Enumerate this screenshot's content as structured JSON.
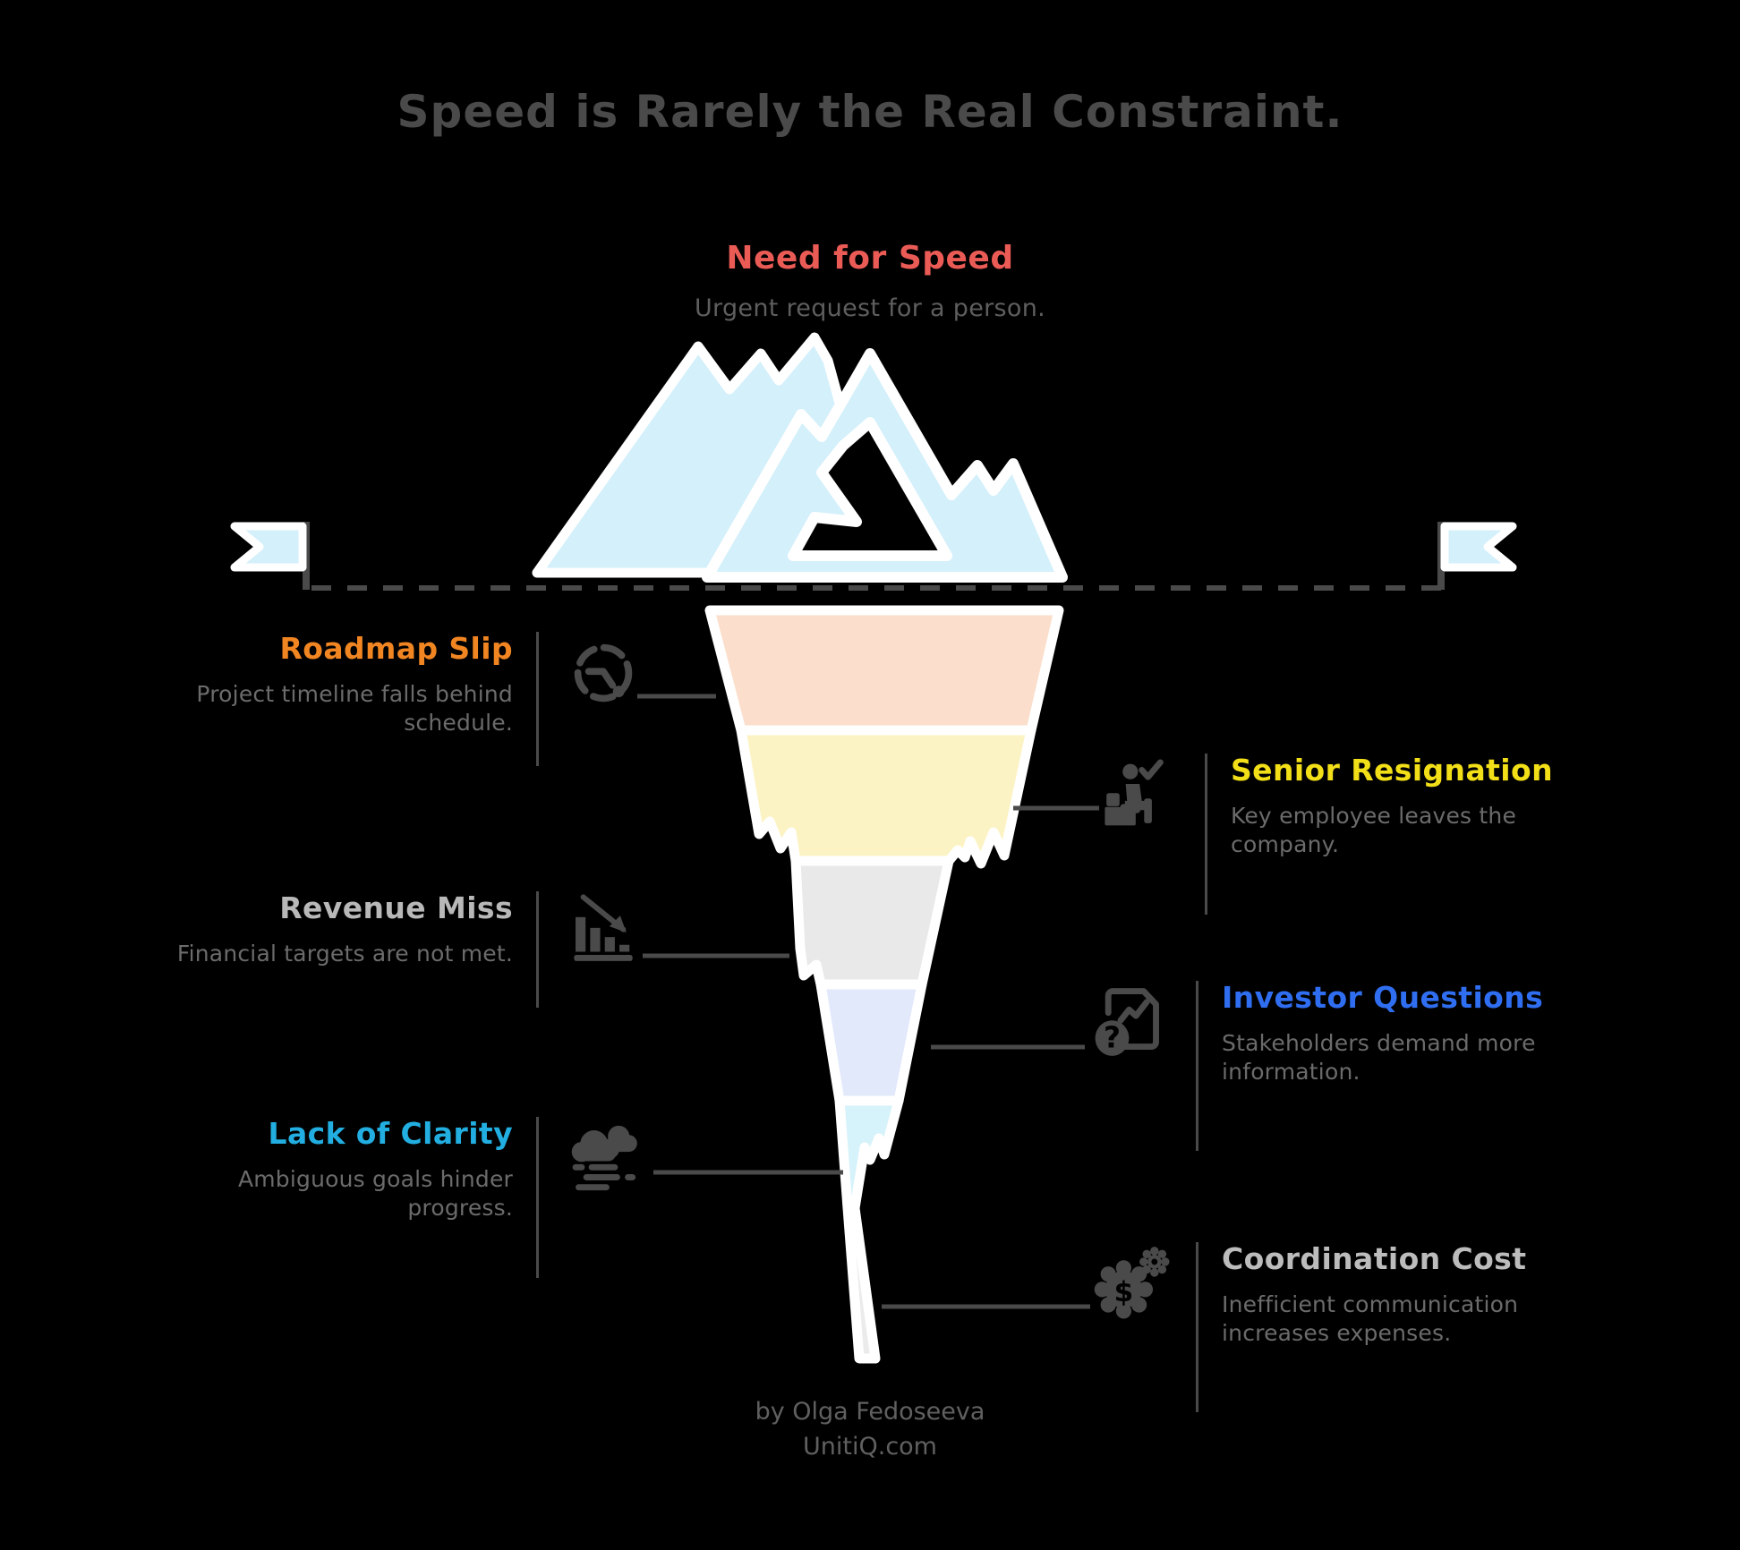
{
  "title": "Speed is Rarely the Real Constraint.",
  "tip": {
    "title": "Need for Speed",
    "subtitle": "Urgent request for a person.",
    "color": "#eb5b56",
    "icon": "mountain-iceberg-tip-icon"
  },
  "waterline": {
    "left_flag_icon": "flag-left-icon",
    "right_flag_icon": "flag-right-icon",
    "flag_color": "#d4f0fb",
    "dash_color": "#4a4a4a"
  },
  "items": [
    {
      "id": "roadmap-slip",
      "side": "left",
      "title": "Roadmap Slip",
      "description": "Project timeline falls behind schedule.",
      "color": "#f08522",
      "icon": "clock-dashed-icon",
      "segment_color": "#fbdecb"
    },
    {
      "id": "senior-resignation",
      "side": "right",
      "title": "Senior Resignation",
      "description": "Key employee leaves the company.",
      "color": "#f2df18",
      "icon": "person-sitting-check-icon",
      "segment_color": "#fcf3c4"
    },
    {
      "id": "revenue-miss",
      "side": "left",
      "title": "Revenue Miss",
      "description": "Financial targets are not met.",
      "color": "#b8b8b8",
      "icon": "declining-bar-chart-icon",
      "segment_color": "#e9e9e9"
    },
    {
      "id": "investor-questions",
      "side": "right",
      "title": "Investor Questions",
      "description": "Stakeholders demand more information.",
      "color": "#2f6ef0",
      "icon": "document-question-chart-icon",
      "segment_color": "#e1e9fb"
    },
    {
      "id": "lack-of-clarity",
      "side": "left",
      "title": "Lack of Clarity",
      "description": "Ambiguous goals hinder progress.",
      "color": "#22aee0",
      "icon": "fog-cloud-icon",
      "segment_color": "#d6f2fa"
    },
    {
      "id": "coordination-cost",
      "side": "right",
      "title": "Coordination Cost",
      "description": "Inefficient communication increases expenses.",
      "color": "#bcbcbc",
      "icon": "gears-dollar-icon",
      "segment_color": "#ebebeb"
    }
  ],
  "footer": {
    "author": "by Olga Fedoseeva",
    "site": "UnitiQ.com"
  }
}
